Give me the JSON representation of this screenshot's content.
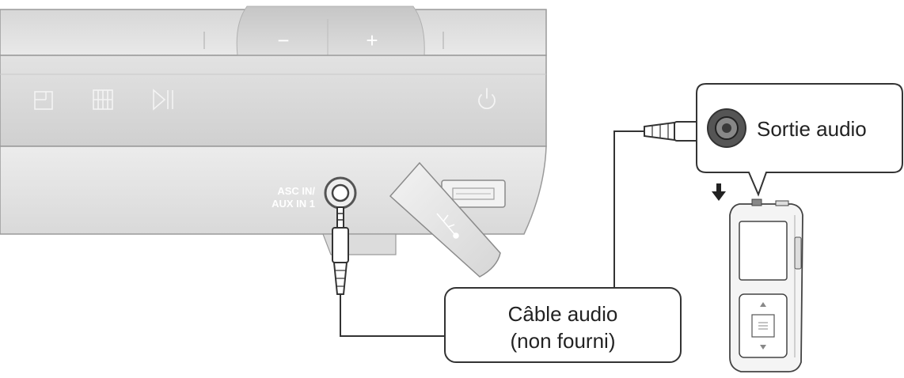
{
  "device": {
    "button_minus": "−",
    "button_plus": "+",
    "jack_label_line1": "ASC IN/",
    "jack_label_line2": "AUX IN 1"
  },
  "callouts": {
    "output": "Sortie audio",
    "cable_line1": "Câble audio",
    "cable_line2": "(non fourni)"
  },
  "icons": [
    "mode-icon",
    "tuner-icon",
    "play-pause-icon",
    "power-icon",
    "usb-icon",
    "arrow-down-icon"
  ],
  "colors": {
    "panel_light": "#e8e8e8",
    "panel_mid": "#dadada",
    "outline": "#7a7a7a",
    "line": "#333333",
    "text_white": "#ffffff",
    "text_dark": "#222222"
  }
}
